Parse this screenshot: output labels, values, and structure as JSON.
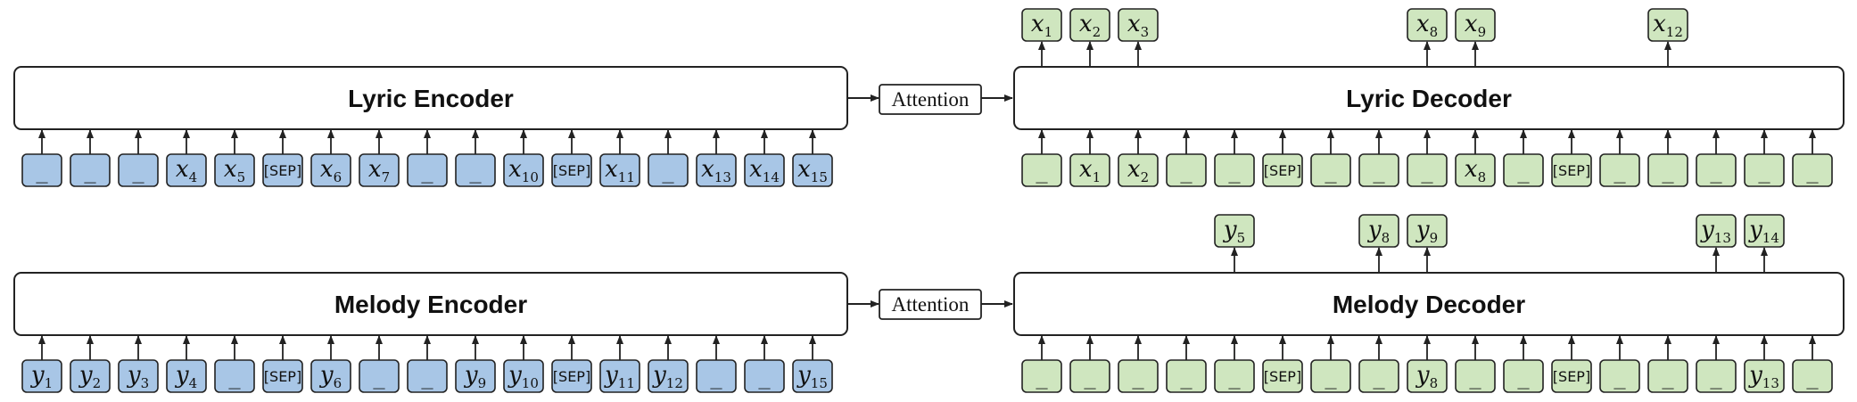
{
  "colors": {
    "input_blue": "#a8c6e6",
    "token_green": "#cfe6bf",
    "stroke": "#222222"
  },
  "blocks": {
    "lyric_encoder": "Lyric Encoder",
    "lyric_decoder": "Lyric Decoder",
    "melody_encoder": "Melody Encoder",
    "melody_decoder": "Melody Decoder",
    "attention_top": "Attention",
    "attention_bottom": "Attention"
  },
  "lyric_encoder_inputs": [
    {
      "t": "_"
    },
    {
      "t": "_"
    },
    {
      "t": "_"
    },
    {
      "v": "x",
      "s": "4"
    },
    {
      "v": "x",
      "s": "5"
    },
    {
      "t": "[SEP]"
    },
    {
      "v": "x",
      "s": "6"
    },
    {
      "v": "x",
      "s": "7"
    },
    {
      "t": "_"
    },
    {
      "t": "_"
    },
    {
      "v": "x",
      "s": "10"
    },
    {
      "t": "[SEP]"
    },
    {
      "v": "x",
      "s": "11"
    },
    {
      "t": "_"
    },
    {
      "v": "x",
      "s": "13"
    },
    {
      "v": "x",
      "s": "14"
    },
    {
      "v": "x",
      "s": "15"
    }
  ],
  "melody_encoder_inputs": [
    {
      "v": "y",
      "s": "1"
    },
    {
      "v": "y",
      "s": "2"
    },
    {
      "v": "y",
      "s": "3"
    },
    {
      "v": "y",
      "s": "4"
    },
    {
      "t": "_"
    },
    {
      "t": "[SEP]"
    },
    {
      "v": "y",
      "s": "6"
    },
    {
      "t": "_"
    },
    {
      "t": "_"
    },
    {
      "v": "y",
      "s": "9"
    },
    {
      "v": "y",
      "s": "10"
    },
    {
      "t": "[SEP]"
    },
    {
      "v": "y",
      "s": "11"
    },
    {
      "v": "y",
      "s": "12"
    },
    {
      "t": "_"
    },
    {
      "t": "_"
    },
    {
      "v": "y",
      "s": "15"
    }
  ],
  "lyric_decoder_inputs": [
    {
      "t": "_"
    },
    {
      "v": "x",
      "s": "1"
    },
    {
      "v": "x",
      "s": "2"
    },
    {
      "t": "_"
    },
    {
      "t": "_"
    },
    {
      "t": "[SEP]"
    },
    {
      "t": "_"
    },
    {
      "t": "_"
    },
    {
      "t": "_"
    },
    {
      "v": "x",
      "s": "8"
    },
    {
      "t": "_"
    },
    {
      "t": "[SEP]"
    },
    {
      "t": "_"
    },
    {
      "t": "_"
    },
    {
      "t": "_"
    },
    {
      "t": "_"
    },
    {
      "t": "_"
    }
  ],
  "melody_decoder_inputs": [
    {
      "t": "_"
    },
    {
      "t": "_"
    },
    {
      "t": "_"
    },
    {
      "t": "_"
    },
    {
      "t": "_"
    },
    {
      "t": "[SEP]"
    },
    {
      "t": "_"
    },
    {
      "t": "_"
    },
    {
      "v": "y",
      "s": "8"
    },
    {
      "t": "_"
    },
    {
      "t": "_"
    },
    {
      "t": "[SEP]"
    },
    {
      "t": "_"
    },
    {
      "t": "_"
    },
    {
      "t": "_"
    },
    {
      "v": "y",
      "s": "13"
    },
    {
      "t": "_"
    }
  ],
  "lyric_decoder_outputs": [
    {
      "i": 0,
      "v": "x",
      "s": "1"
    },
    {
      "i": 1,
      "v": "x",
      "s": "2"
    },
    {
      "i": 2,
      "v": "x",
      "s": "3"
    },
    {
      "i": 8,
      "v": "x",
      "s": "8"
    },
    {
      "i": 9,
      "v": "x",
      "s": "9"
    },
    {
      "i": 13,
      "v": "x",
      "s": "12"
    }
  ],
  "melody_decoder_outputs": [
    {
      "i": 4,
      "v": "y",
      "s": "5"
    },
    {
      "i": 7,
      "v": "y",
      "s": "8"
    },
    {
      "i": 8,
      "v": "y",
      "s": "9"
    },
    {
      "i": 14,
      "v": "y",
      "s": "13"
    },
    {
      "i": 15,
      "v": "y",
      "s": "14"
    }
  ]
}
